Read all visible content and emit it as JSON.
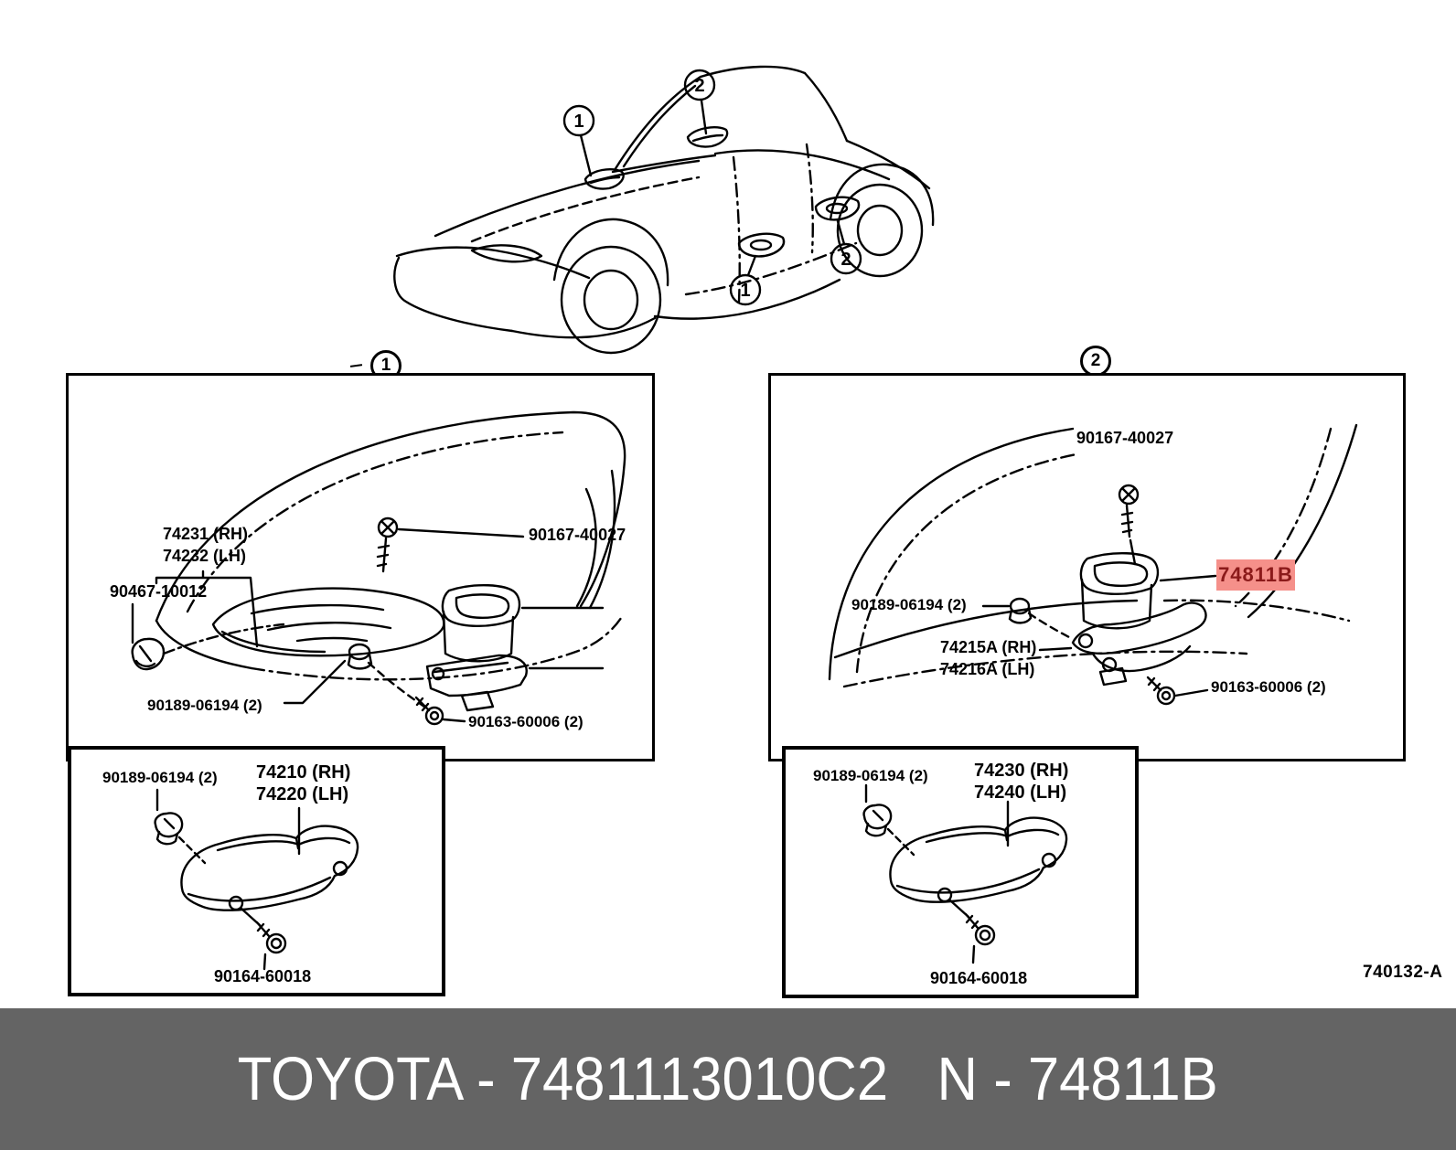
{
  "colors": {
    "highlight_bg": "#f5908a",
    "highlight_text": "#8b1a1a",
    "banner_bg": "#646464",
    "banner_text": "#ffffff"
  },
  "banner": {
    "brand_code": "TOYOTA - 7481113010C2",
    "ref_code": "N - 74811B"
  },
  "sheet_code": "740132-A",
  "callouts": {
    "front": "1",
    "rear": "2"
  },
  "panel1": {
    "index": "1",
    "part_rh": "74231 (RH)",
    "part_lh": "74232 (LH)",
    "clip": "90467-10012",
    "screw_top": "90167-40027",
    "grommet": "90189-06194 (2)",
    "screw_bottom": "90163-60006 (2)"
  },
  "panel2": {
    "index": "2",
    "screw_top": "90167-40027",
    "highlighted_part": "74811B",
    "grommet": "90189-06194 (2)",
    "part_rh": "74215A (RH)",
    "part_lh": "74216A (LH)",
    "screw_bottom": "90163-60006 (2)"
  },
  "subpanel1": {
    "grommet": "90189-06194 (2)",
    "part_rh": "74210 (RH)",
    "part_lh": "74220 (LH)",
    "screw": "90164-60018"
  },
  "subpanel2": {
    "grommet": "90189-06194 (2)",
    "part_rh": "74230 (RH)",
    "part_lh": "74240 (LH)",
    "screw": "90164-60018"
  }
}
